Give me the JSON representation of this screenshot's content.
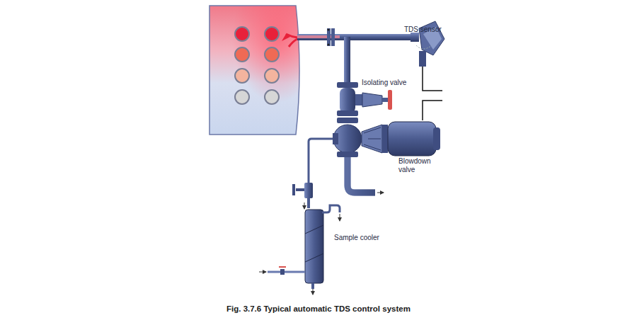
{
  "diagram": {
    "caption": "Fig. 3.7.6 Typical automatic TDS control system",
    "labels": [
      "TDS sensor",
      "Isolating valve",
      "Blowdown valve",
      "Sample cooler"
    ]
  }
}
